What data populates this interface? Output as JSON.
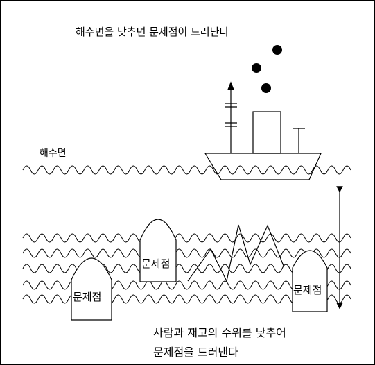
{
  "title": "해수면을 낮추면 문제점이 드러난다",
  "sea_level_label": "해수면",
  "problem_label": "문제점",
  "caption": {
    "line1": "사람과 재고의 수위를 낮추어",
    "line2": "문제점을 드러낸다"
  },
  "colors": {
    "line": "#000000",
    "background": "#ffffff"
  },
  "icons": {
    "smoke": "smoke-dot",
    "ship": "ship",
    "level_arrow": "double-headed-arrow"
  }
}
